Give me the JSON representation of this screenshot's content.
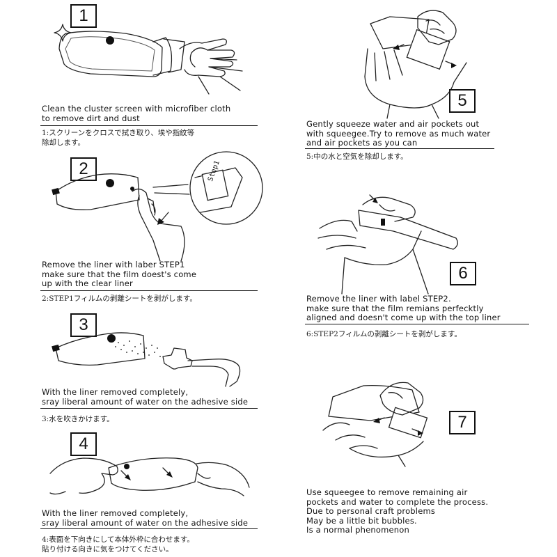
{
  "steps": [
    {
      "number": "1",
      "en": [
        "Clean the cluster screen with microfiber cloth",
        "to remove dirt and dust"
      ],
      "jp": [
        "1:スクリーンをクロスで拭き取り、埃や指紋等",
        "除却します。"
      ]
    },
    {
      "number": "2",
      "tag": "Step1",
      "en": [
        "Remove the liner with laber STEP1",
        "make sure that the film doest's come",
        "up with the clear liner"
      ],
      "jp": [
        "2:STEP1フィルムの剥離シートを剥がします。"
      ]
    },
    {
      "number": "3",
      "en": [
        "With the liner removed completely,",
        "sray liberal amount of water on the adhesive side"
      ],
      "jp": [
        "3:水を吹きかけます。"
      ]
    },
    {
      "number": "4",
      "en": [
        "With the liner removed completely,",
        "sray liberal amount of water on the adhesive side"
      ],
      "jp": [
        "4:表面を下向きにして本体外枠に合わせます。",
        "貼り付ける向きに気をつけてください。"
      ]
    },
    {
      "number": "5",
      "en": [
        "Gently squeeze water and air pockets out",
        "with squeegee.Try to remove as much water",
        "and air pockets as you can"
      ],
      "jp": [
        "5:中の水と空気を除却します。"
      ]
    },
    {
      "number": "6",
      "en": [
        "Remove the liner with label STEP2.",
        "make sure that the film remians perfecktly",
        "aligned and doesn't come up with the top liner"
      ],
      "jp": [
        "6:STEP2フィルムの剥離シートを剥がします。"
      ]
    },
    {
      "number": "7",
      "en": [
        "Use squeegee to remove remaining air",
        "pockets and water to complete the process.",
        "Due to personal craft problems",
        "May be a little bit bubbles.",
        "Is a normal phenomenon"
      ]
    }
  ]
}
